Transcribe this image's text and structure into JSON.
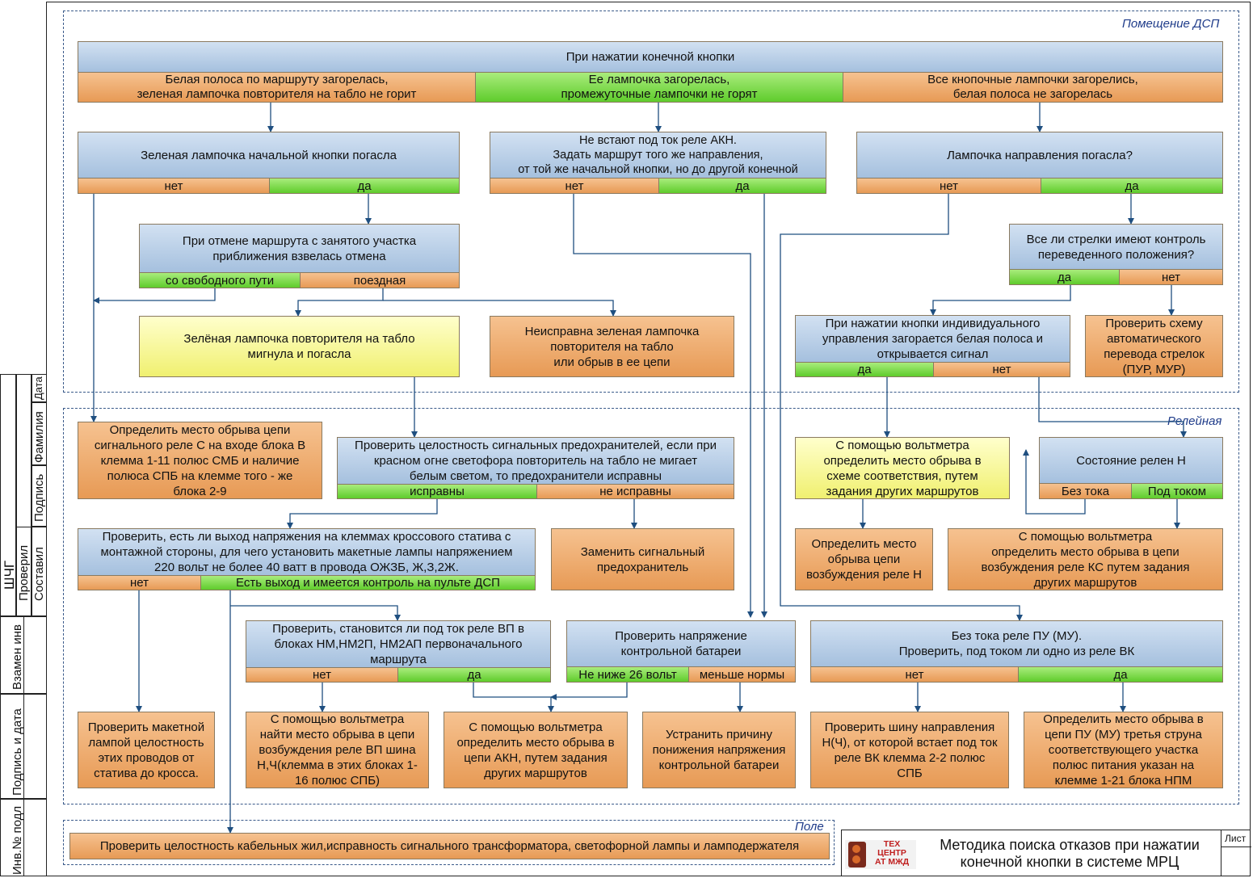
{
  "zones": {
    "dsp": "Помещение ДСП",
    "relay": "Релейная",
    "field": "Поле"
  },
  "top": {
    "title": "При нажатии конечной кнопки",
    "opt1": "Белая полоса по маршруту загорелась,\nзеленая лампочка повторителя на табло не горит",
    "opt2": "Ее лампочка загорелась,\nпромежуточные лампочки не горят",
    "opt3": "Все кнопочные лампочки загорелись,\nбелая полоса не загорелась"
  },
  "n1": {
    "q": "Зеленая лампочка начальной кнопки  погасла",
    "no": "нет",
    "yes": "да"
  },
  "n2": {
    "q": "Не встают под ток реле АКН.\nЗадать маршрут того же направления,\nот той же начальной кнопки, но до другой конечной",
    "no": "нет",
    "yes": "да"
  },
  "n3": {
    "q": "Лампочка направления погасла?",
    "no": "нет",
    "yes": "да"
  },
  "n4": {
    "q": "При отмене маршрута с занятого участка\nприближения взвелась отмена",
    "a": "со свободного пути",
    "b": "поездная"
  },
  "n5": {
    "q": "Все ли стрелки имеют контроль\nпереведенного положения?",
    "yes": "да",
    "no": "нет"
  },
  "b_green": "Зелёная лампочка повторителя на табло\nмигнула и погасла",
  "b_faulty": "Неисправна зеленая лампочка\nповторителя на табло\nили обрыв в ее цепи",
  "n6": {
    "q": "При нажатии кнопки индивидуального\nуправления загорается белая полоса и\nоткрывается сигнал",
    "yes": "да",
    "no": "нет"
  },
  "b_auto": "Проверить схему\nавтоматического\nперевода стрелок\n(ПУР, МУР)",
  "b_break": "Определить место обрыва цепи\nсигнального реле С на входе блока В\nклемма 1-11 полюс СМБ и наличие\nполюса СПБ на клемме того - же\nблока 2-9",
  "n7": {
    "q": "Проверить целостность сигнальных предохранителей, если при\nкрасном огне светофора повторитель на табло не мигает\nбелым светом, то предохранители исправны",
    "ok": "исправны",
    "bad": "не исправны"
  },
  "b_volt1": "С помощью вольтметра\nопределить место обрыва в\nсхеме соответствия, путем\nзадания других маршрутов",
  "n8": {
    "q": "Состояние релен Н",
    "off": "Без тока",
    "on": "Под током"
  },
  "n9": {
    "q": "Проверить, есть ли выход напряжения на клеммах кроссового статива с\nмонтажной стороны, для чего установить макетные лампы напряжением\n220 вольт не более 40 ватт в провода ОЖЗБ, Ж,З,2Ж.",
    "no": "нет",
    "yes": "Есть выход и имеется контроль на пульте ДСП"
  },
  "b_replace": "Заменить сигнальный\nпредохранитель",
  "b_relayH": "Определить место\nобрыва цепи\nвозбуждения реле Н",
  "b_ks": "С помощью вольтметра\nопределить место обрыва в цепи\nвозбуждения реле КС путем задания\nдругих маршрутов",
  "n10": {
    "q": "Проверить, становится ли под ток реле ВП в\nблоках НМ,НМ2П, НМ2АП первоначального\nмаршрута",
    "no": "нет",
    "yes": "да"
  },
  "n11": {
    "q": "Проверить напряжение\nконтрольной батареи",
    "a": "Не ниже 26 вольт",
    "b": "меньше нормы"
  },
  "n12": {
    "q": "Без тока реле ПУ (МУ).\nПроверить, под током ли одно из реле ВК",
    "no": "нет",
    "yes": "да"
  },
  "b_maket": "Проверить макетной\nлампой целостность\nэтих проводов от\nстатива до кросса.",
  "b_vp": "С помощью вольтметра\nнайти место обрыва в цепи\nвозбуждения реле ВП шина\nН,Ч(клемма в этих блоках 1-\n16 полюс СПБ)",
  "b_akn": "С помощью вольтметра\nопределить место обрыва в\nцепи АКН, путем задания\nдругих маршрутов",
  "b_battery": "Устранить причину\nпонижения напряжения\nконтрольной батареи",
  "b_bus": "Проверить шину направления\nН(Ч), от которой встает под ток\nреле ВК клемма 2-2 полюс\nСПБ",
  "b_pu": "Определить место обрыва в\nцепи ПУ (МУ) третья струна\nсоответствующего участка\nполюс питания указан на\nклемме 1-21 блока НПМ",
  "b_field": "Проверить целостность кабельных жил,исправность сигнального трансформатора, светофорной лампы и ламподержателя",
  "stamp": {
    "logo": "ТЕХ\nЦЕНТР\nАТ МЖД",
    "title": "Методика поиска отказов при нажатии\nконечной кнопки в системе МРЦ",
    "sheet": "Лист"
  },
  "side": {
    "date": "Дата",
    "surname": "Фамилия",
    "signature": "Подпись",
    "checked": "Проверил",
    "made": "Составил",
    "org": "ШЧГ",
    "replace": "Взамен инв",
    "signdate": "Подпись и дата",
    "inv": "Инв.№ подл"
  },
  "colors": {
    "blue": "#a5c0de",
    "orange": "#e79a55",
    "green": "#5fcc2c",
    "yellow": "#f0f070",
    "zone": "#1f3c8a"
  }
}
